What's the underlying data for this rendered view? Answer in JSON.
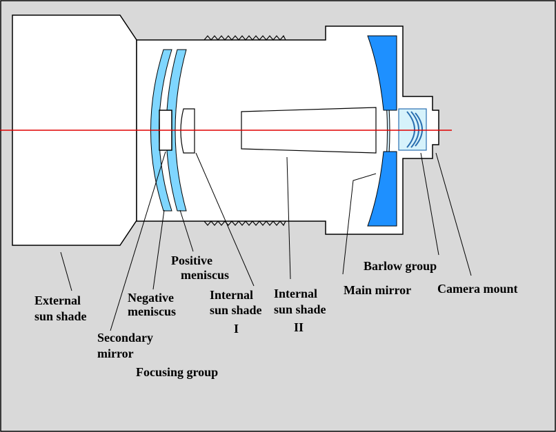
{
  "colors": {
    "background": "#d9d9d9",
    "outline": "#000000",
    "optical_axis": "#e00000",
    "main_mirror": "#1e90ff",
    "main_mirror_face": "#cfe8f4",
    "lens_light": "#7fd6ff",
    "lens_edge": "#2a6fb0"
  },
  "labels": {
    "external_sun_shade": [
      "External",
      "sun shade"
    ],
    "secondary_mirror": [
      "Secondary",
      "mirror"
    ],
    "negative_meniscus": [
      "Negative",
      "meniscus"
    ],
    "positive_meniscus": [
      "Positive",
      "meniscus"
    ],
    "focusing_group": "Focusing group",
    "internal_sun_shade_1": [
      "Internal",
      "sun shade",
      "I"
    ],
    "internal_sun_shade_2": [
      "Internal",
      "sun shade",
      "II"
    ],
    "main_mirror": "Main mirror",
    "barlow_group": "Barlow group",
    "camera_mount": "Camera mount"
  }
}
